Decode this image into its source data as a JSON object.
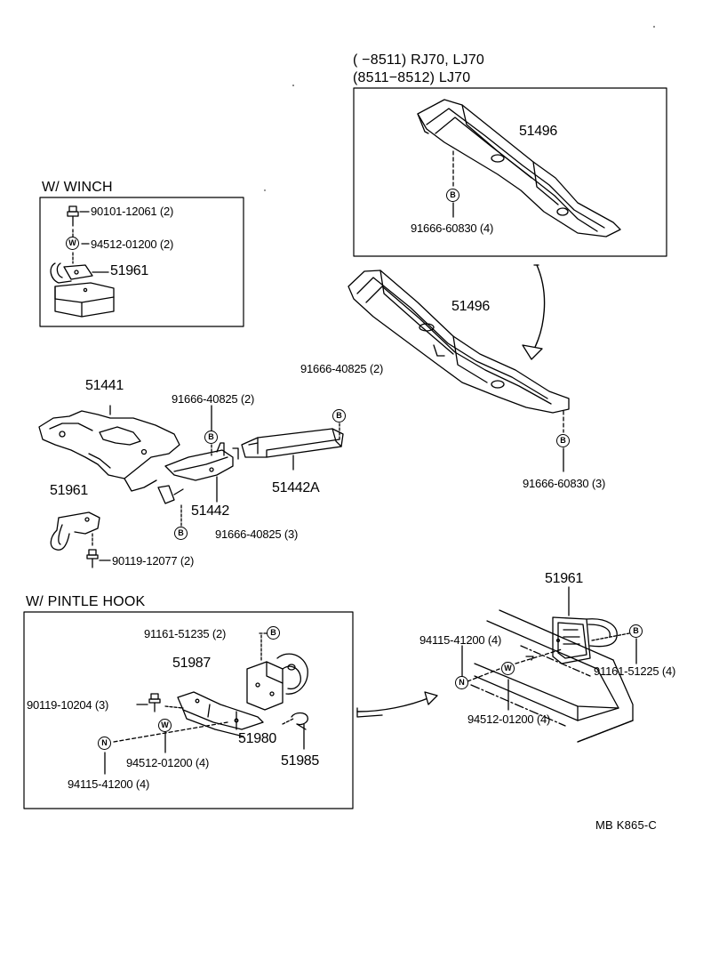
{
  "headers": {
    "top_line1": "(        −8511) RJ70, LJ70",
    "top_line2": "(8511−8512) LJ70",
    "winch": "W/ WINCH",
    "pintle": "W/ PINTLE  HOOK"
  },
  "symbols": {
    "bolt": "B",
    "washer": "W",
    "nut": "N"
  },
  "parts": {
    "p51496_a": "51496",
    "p91666_60830_4": "91666-60830 (4)",
    "p51496_b": "51496",
    "p91666_60830_3": "91666-60830 (3)",
    "p90101_12061": "90101-12061 (2)",
    "p94512_01200_2": "94512-01200 (2)",
    "p51961_winch": "51961",
    "p51441": "51441",
    "p91666_40825_a": "91666-40825 (2)",
    "p91666_40825_b": "91666-40825 (2)",
    "p51442A": "51442A",
    "p51442": "51442",
    "p91666_40825_3": "91666-40825 (3)",
    "p51961_mid": "51961",
    "p90119_12077": "90119-12077 (2)",
    "p91161_51235": "91161-51235 (2)",
    "p51987": "51987",
    "p90119_10204": "90119-10204 (3)",
    "p51980": "51980",
    "p51985": "51985",
    "p94512_01200_4a": "94512-01200 (4)",
    "p94115_41200_4a": "94115-41200 (4)",
    "p51961_right": "51961",
    "p94115_41200_4b": "94115-41200 (4)",
    "p91161_51225": "91161-51225 (4)",
    "p94512_01200_4b": "94512-01200 (4)"
  },
  "footer_code": "MB  K865-C"
}
